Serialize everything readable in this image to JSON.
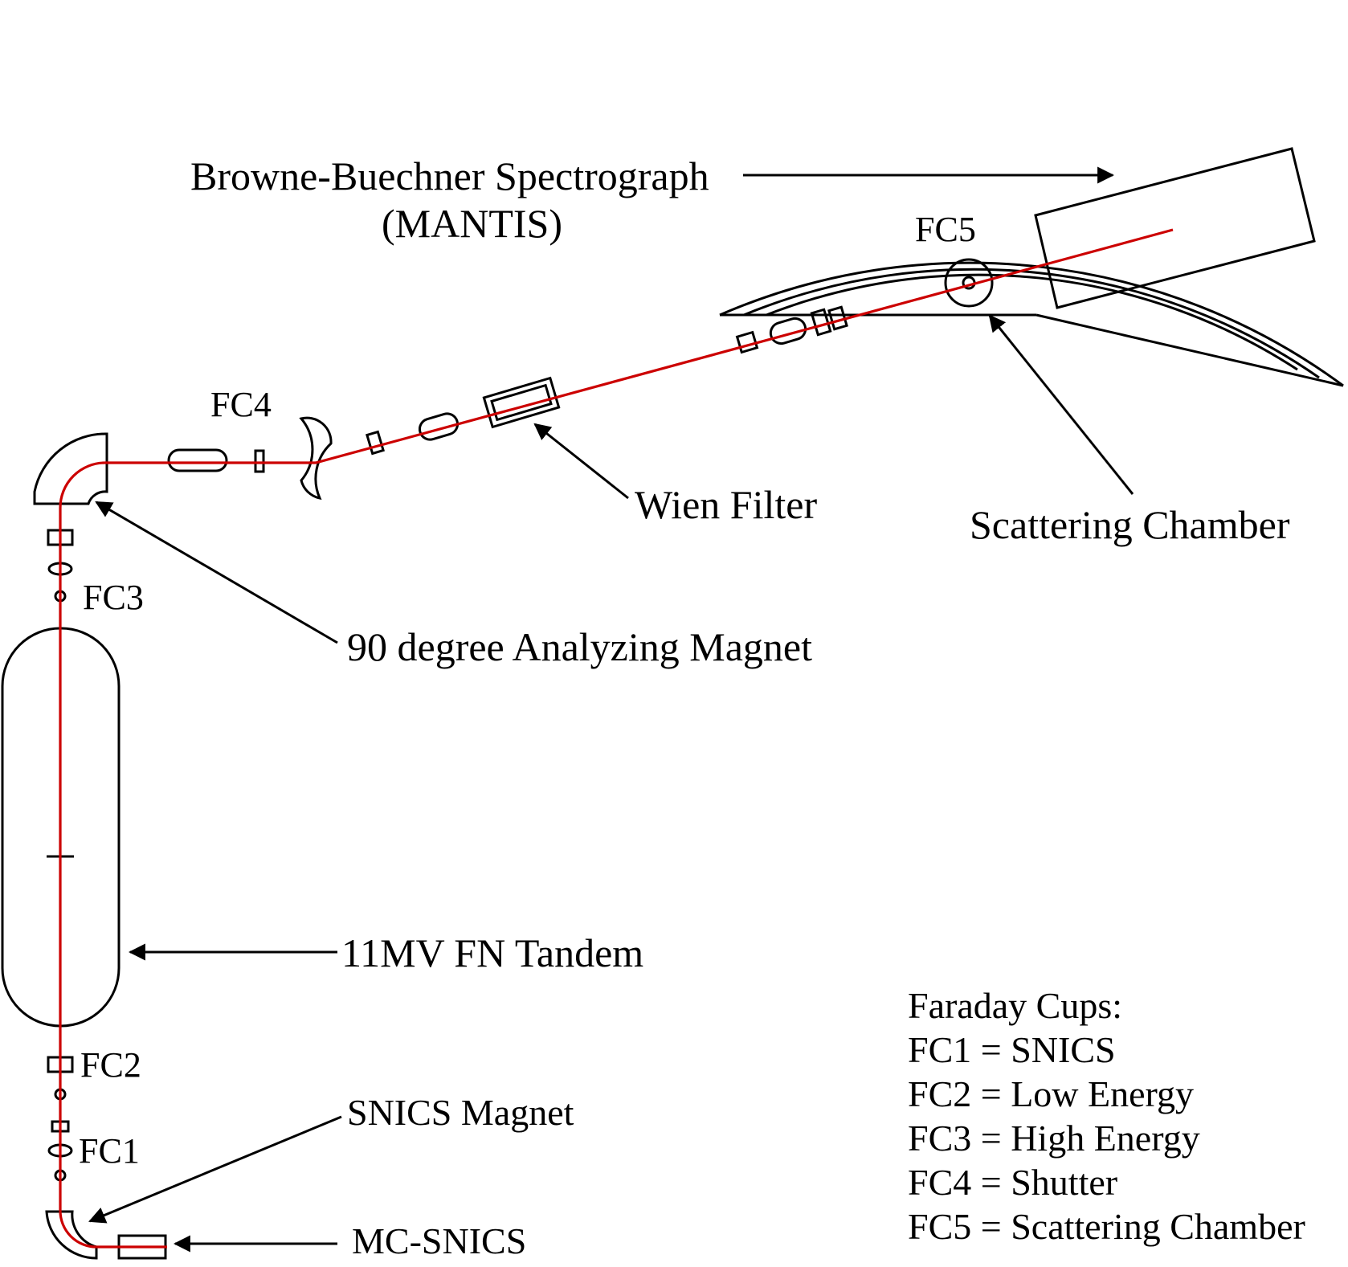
{
  "labels": {
    "spectrograph_line1": "Browne-Buechner Spectrograph",
    "spectrograph_line2": "(MANTIS)",
    "fc5": "FC5",
    "fc4": "FC4",
    "fc3": "FC3",
    "fc2": "FC2",
    "fc1": "FC1",
    "wien_filter": "Wien Filter",
    "scattering_chamber": "Scattering Chamber",
    "analyzing_magnet": "90 degree Analyzing Magnet",
    "tandem": "11MV FN Tandem",
    "snics_magnet": "SNICS Magnet",
    "mc_snics": "MC-SNICS"
  },
  "legend": {
    "title": "Faraday Cups:",
    "items": [
      "FC1 = SNICS",
      "FC2 = Low Energy",
      "FC3 = High Energy",
      "FC4 = Shutter",
      "FC5 = Scattering Chamber"
    ]
  },
  "colors": {
    "beam": "#cc0000",
    "outline": "#000000",
    "background": "#ffffff"
  }
}
